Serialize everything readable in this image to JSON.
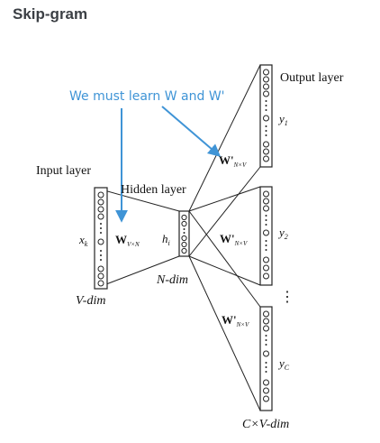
{
  "header": {
    "title": "Skip-gram"
  },
  "annotation": {
    "text": "We must learn W and W'"
  },
  "layers": {
    "input_label": "Input layer",
    "hidden_label": "Hidden layer",
    "output_label": "Output layer",
    "v_dim": "V-dim",
    "n_dim": "N-dim",
    "cv_dim": "C×V-dim"
  },
  "nodes": {
    "xk": "x",
    "xk_sub": "k",
    "hi": "h",
    "hi_sub": "i",
    "y1": "y",
    "y1_sub": "1",
    "y2": "y",
    "y2_sub": "2",
    "yc": "y",
    "yc_sub": "C",
    "vdots": "⋮"
  },
  "weights": {
    "w_main": "W",
    "w_main_sub": "V×N",
    "w_prime": "W'",
    "w_prime_sub": "N×V"
  },
  "colors": {
    "accent": "#3f94d6",
    "title": "#3b3f44",
    "ink": "#111111"
  }
}
